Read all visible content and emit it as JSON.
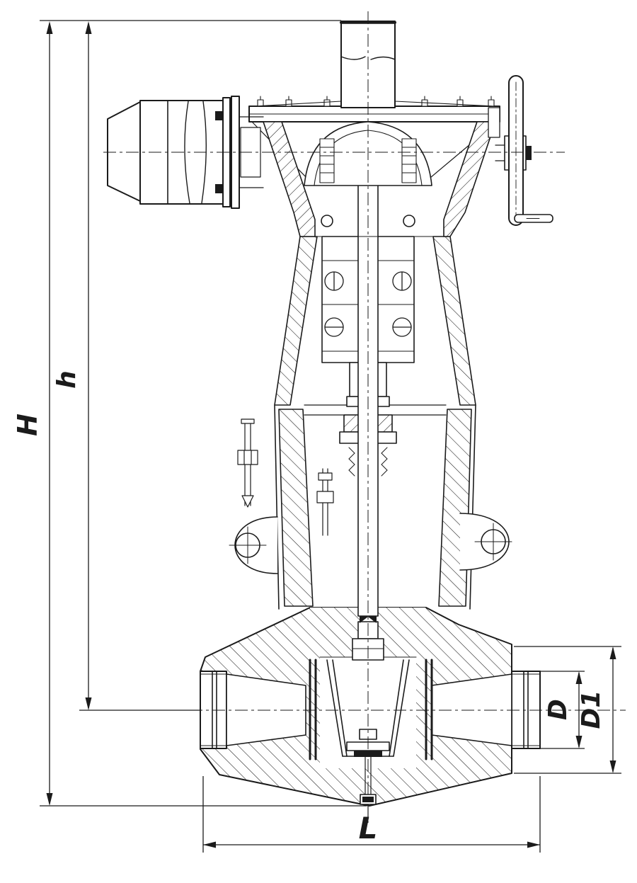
{
  "dimension_labels": {
    "overall_height": "H",
    "height_to_pipe_axis": "h",
    "bore_diameter": "D",
    "hub_diameter": "D1",
    "face_to_face_length": "L"
  },
  "colors": {
    "line": "#1b1b1b",
    "background": "#ffffff"
  }
}
